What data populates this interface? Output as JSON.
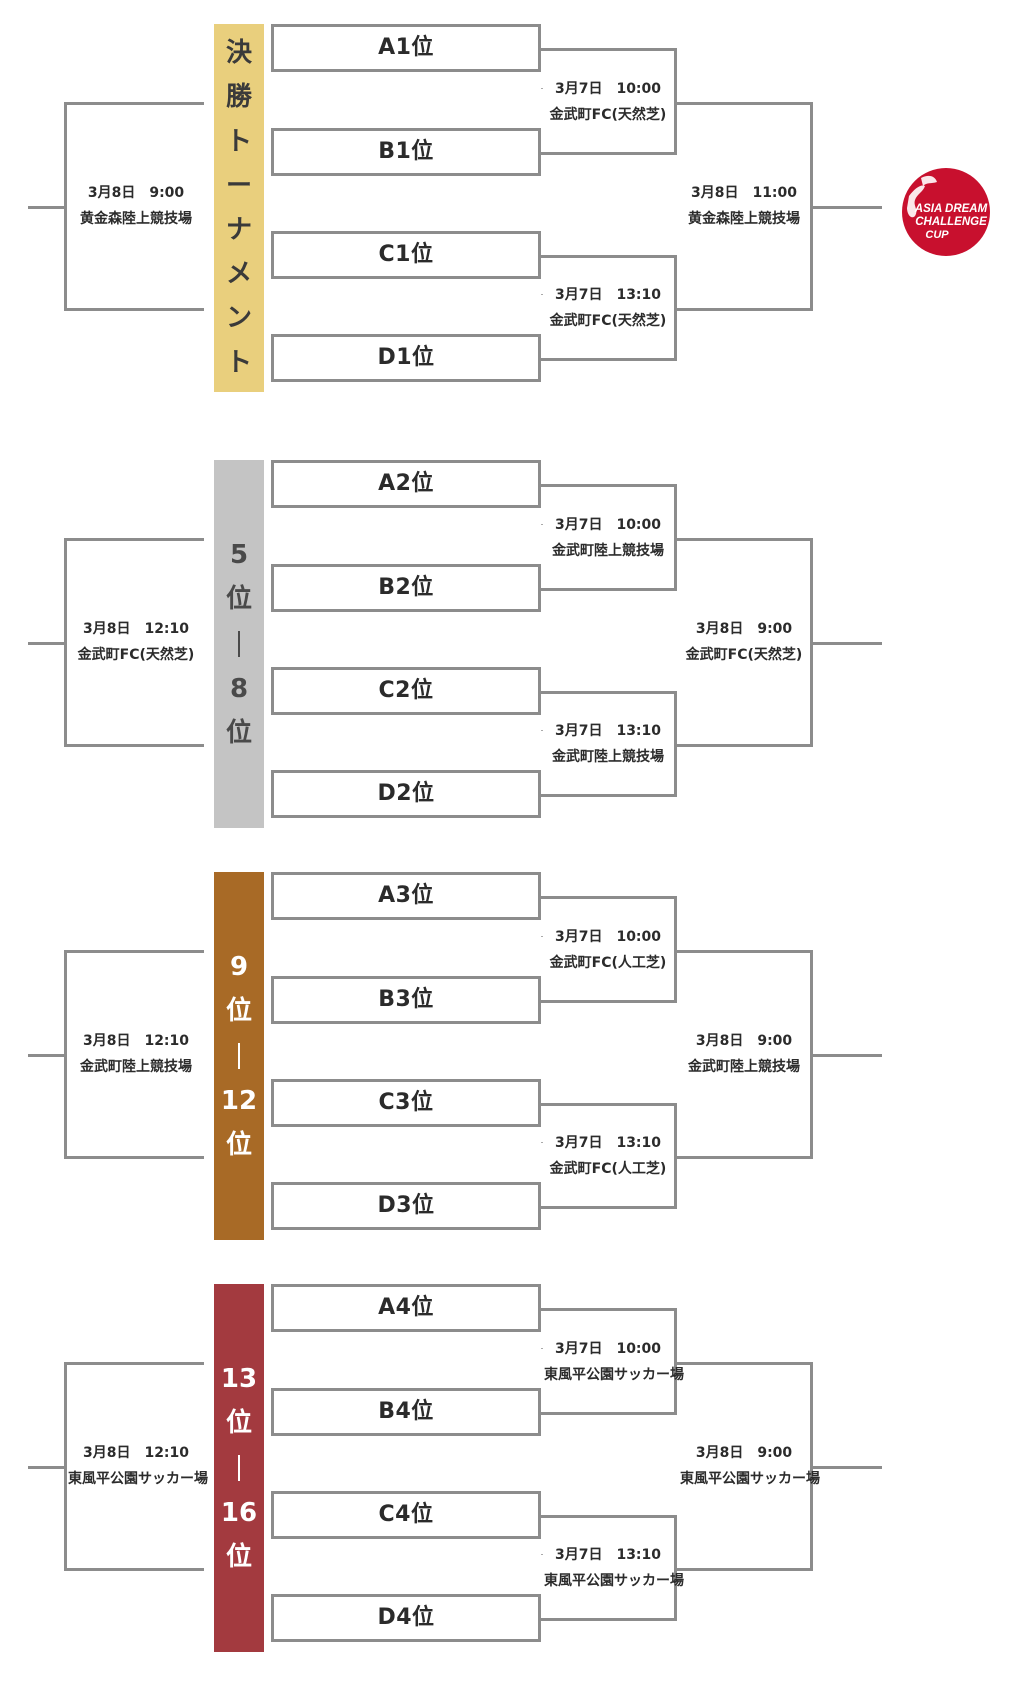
{
  "brackets": [
    {
      "id": "final",
      "band_color": "#E9CF7D",
      "text_color": "#3a3a3a",
      "band_chars": [
        "決",
        "勝",
        "ト",
        "ー",
        "ナ",
        "メ",
        "ン",
        "ト"
      ],
      "teams": [
        "A1位",
        "B1位",
        "C1位",
        "D1位"
      ],
      "semis": [
        {
          "date": "3月7日　10:00",
          "venue": "金武町FC(天然芝)"
        },
        {
          "date": "3月7日　13:10",
          "venue": "金武町FC(天然芝)"
        }
      ],
      "left_match": {
        "date": "3月8日　9:00",
        "venue": "黄金森陸上競技場"
      },
      "right_match": {
        "date": "3月8日　11:00",
        "venue": "黄金森陸上競技場"
      }
    },
    {
      "id": "place-5-8",
      "band_color": "#C4C4C4",
      "text_color": "#4a4a4a",
      "band_chars": [
        "5",
        "位",
        "|",
        "8",
        "位"
      ],
      "teams": [
        "A2位",
        "B2位",
        "C2位",
        "D2位"
      ],
      "semis": [
        {
          "date": "3月7日　10:00",
          "venue": "金武町陸上競技場"
        },
        {
          "date": "3月7日　13:10",
          "venue": "金武町陸上競技場"
        }
      ],
      "left_match": {
        "date": "3月8日　12:10",
        "venue": "金武町FC(天然芝)"
      },
      "right_match": {
        "date": "3月8日　9:00",
        "venue": "金武町FC(天然芝)"
      }
    },
    {
      "id": "place-9-12",
      "band_color": "#A86A26",
      "text_color": "#ffffff",
      "band_chars": [
        "9",
        "位",
        "|",
        "12",
        "位"
      ],
      "teams": [
        "A3位",
        "B3位",
        "C3位",
        "D3位"
      ],
      "semis": [
        {
          "date": "3月7日　10:00",
          "venue": "金武町FC(人工芝)"
        },
        {
          "date": "3月7日　13:10",
          "venue": "金武町FC(人工芝)"
        }
      ],
      "left_match": {
        "date": "3月8日　12:10",
        "venue": "金武町陸上競技場"
      },
      "right_match": {
        "date": "3月8日　9:00",
        "venue": "金武町陸上競技場"
      }
    },
    {
      "id": "place-13-16",
      "band_color": "#A33A3F",
      "text_color": "#ffffff",
      "band_chars": [
        "13",
        "位",
        "|",
        "16",
        "位"
      ],
      "teams": [
        "A4位",
        "B4位",
        "C4位",
        "D4位"
      ],
      "semis": [
        {
          "date": "3月7日　10:00",
          "venue": "東風平公園サッカー場"
        },
        {
          "date": "3月7日　13:10",
          "venue": "東風平公園サッカー場"
        }
      ],
      "left_match": {
        "date": "3月8日　12:10",
        "venue": "東風平公園サッカー場"
      },
      "right_match": {
        "date": "3月8日　9:00",
        "venue": "東風平公園サッカー場"
      }
    }
  ],
  "logo": {
    "color": "#C8102E",
    "lines": [
      "ASIA DREAM",
      "CHALLENGE",
      "CUP"
    ]
  }
}
